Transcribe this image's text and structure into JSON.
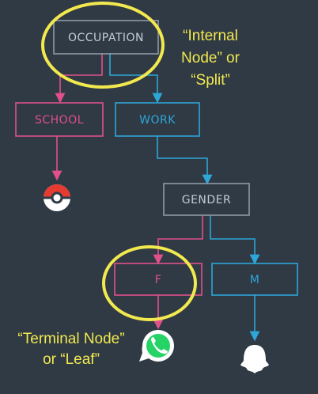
{
  "diagram": {
    "nodes": {
      "occupation": "OCCUPATION",
      "school": "SCHOOL",
      "work": "WORK",
      "gender": "GENDER",
      "f": "F",
      "m": "M"
    },
    "annotations": {
      "internal_line1": "“Internal",
      "internal_line2": "Node” or",
      "internal_line3": "“Split”",
      "terminal_line1": "“Terminal Node”",
      "terminal_line2": "or “Leaf”"
    },
    "leaf_icons": [
      "pokeball-icon",
      "whatsapp-icon",
      "snapchat-ghost-icon"
    ]
  },
  "colors": {
    "background": "#2f3a45",
    "pink": "#e0508a",
    "blue": "#2ea6d8",
    "gray": "#8e9aa6",
    "yellow": "#f2e94e"
  }
}
